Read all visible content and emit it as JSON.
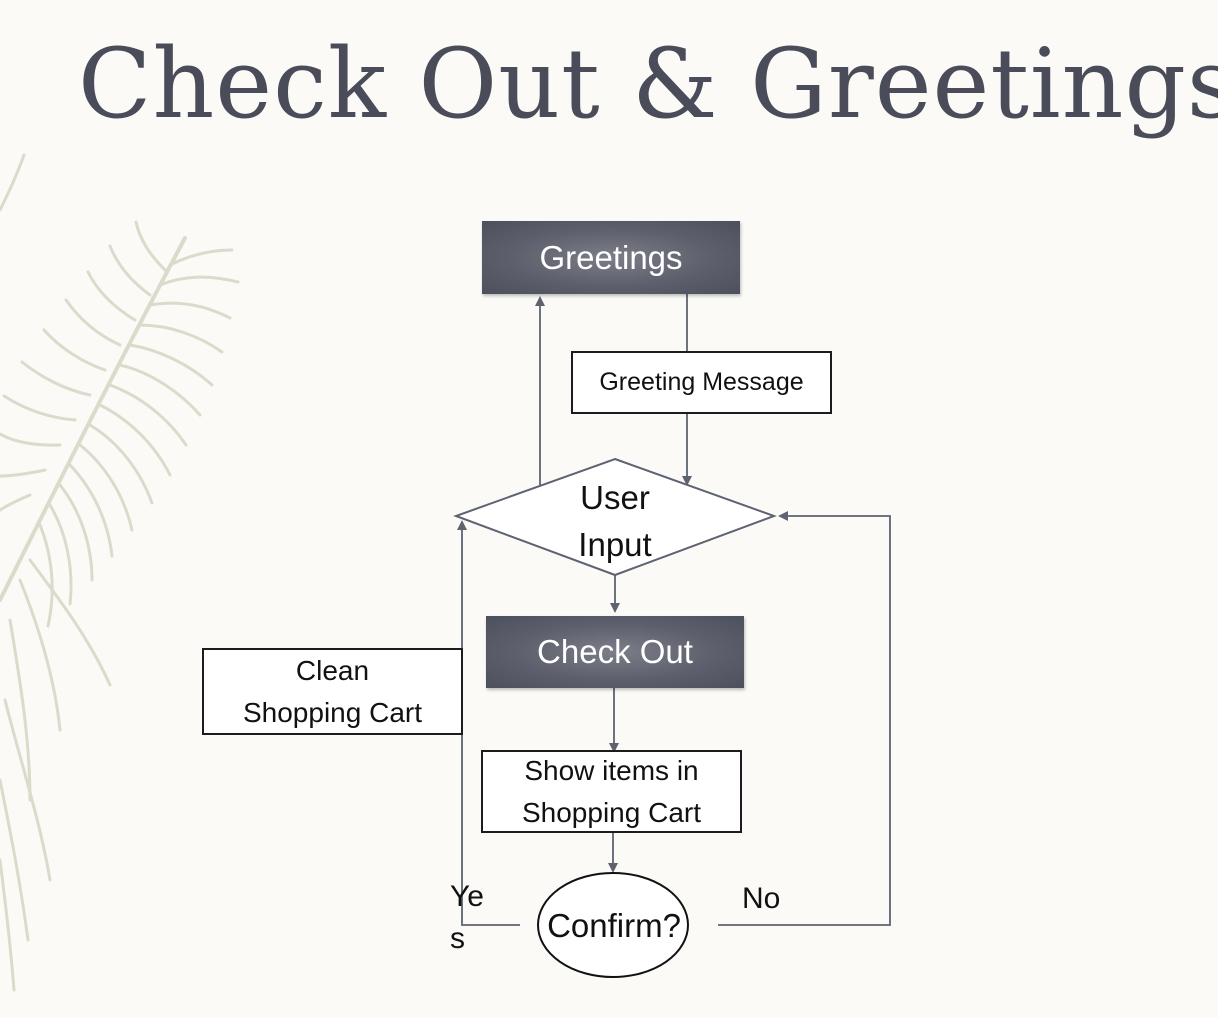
{
  "title": "Check Out & Greetings",
  "nodes": {
    "greetings": "Greetings",
    "greeting_message": "Greeting Message",
    "user_input_line1": "User",
    "user_input_line2": "Input",
    "check_out": "Check Out",
    "clean_cart_line1": "Clean",
    "clean_cart_line2": "Shopping Cart",
    "show_items_line1": "Show items in",
    "show_items_line2": "Shopping Cart",
    "confirm": "Confirm?"
  },
  "edge_labels": {
    "yes_line1": "Ye",
    "yes_line2": "s",
    "no": "No"
  },
  "colors": {
    "dark_box": "#5d606c",
    "connector": "#5f6270",
    "title": "#4a4d59",
    "background": "#fbfaf7",
    "feather": "#dcdacb"
  }
}
